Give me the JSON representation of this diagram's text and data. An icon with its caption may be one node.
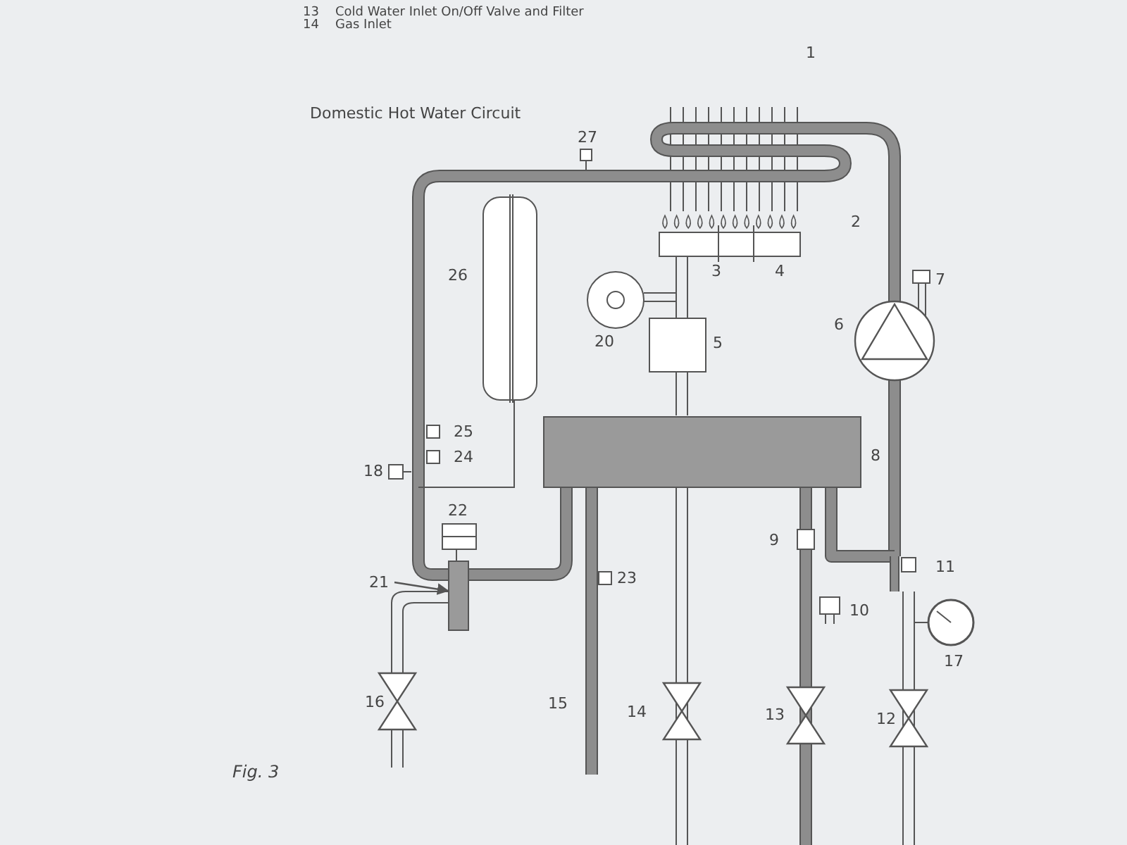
{
  "diagram": {
    "title": "Domestic Hot Water Circuit",
    "caption": "Fig. 3",
    "nodes": [
      {
        "text": [
          "21"
        ]
      },
      {
        "text": [],
        "shape": "box"
      }
    ],
    "edges": [
      {
        "from": 0,
        "to": 1,
        "arrow": "to"
      }
    ],
    "labels": [
      "13",
      "Cold Water Inlet On/Off Valve and Filter",
      "14",
      "Gas Inlet",
      "1",
      "27",
      "2",
      "26",
      "20",
      "3",
      "4",
      "5",
      "6",
      "7",
      "25",
      "24",
      "18",
      "8",
      "22",
      "9",
      "23",
      "11",
      "10",
      "17",
      "16",
      "15",
      "14",
      "13",
      "12"
    ]
  }
}
